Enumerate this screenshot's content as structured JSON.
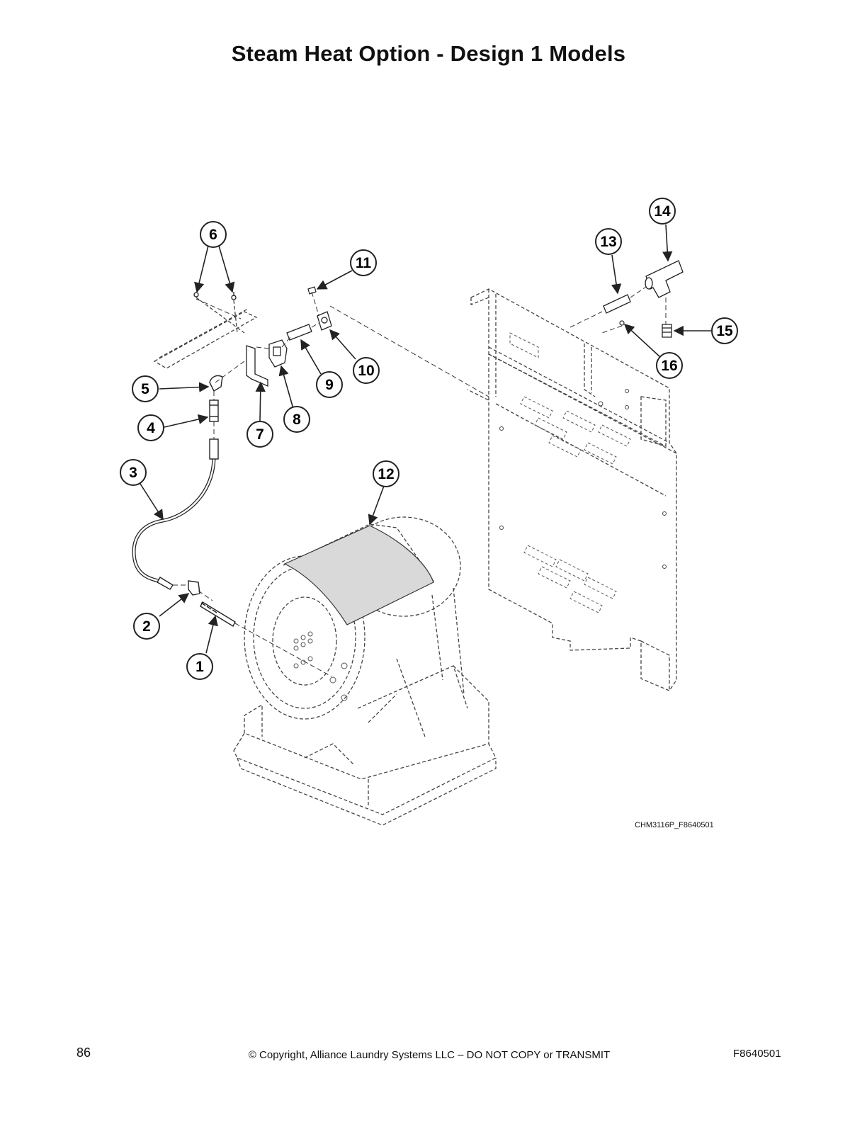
{
  "title": "Steam Heat Option - Design 1 Models",
  "callouts": [
    {
      "label": "1"
    },
    {
      "label": "2"
    },
    {
      "label": "3"
    },
    {
      "label": "4"
    },
    {
      "label": "5"
    },
    {
      "label": "6"
    },
    {
      "label": "7"
    },
    {
      "label": "8"
    },
    {
      "label": "9"
    },
    {
      "label": "10"
    },
    {
      "label": "11"
    },
    {
      "label": "12"
    },
    {
      "label": "13"
    },
    {
      "label": "14"
    },
    {
      "label": "15"
    },
    {
      "label": "16"
    }
  ],
  "figure_id": "CHM3116P_F8640501",
  "footer": {
    "page_number": "86",
    "copyright": "© Copyright, Alliance Laundry Systems LLC – DO NOT COPY or TRANSMIT",
    "doc_code": "F8640501"
  },
  "colors": {
    "line": "#333333",
    "highlight_panel": "#d9d9d9"
  }
}
